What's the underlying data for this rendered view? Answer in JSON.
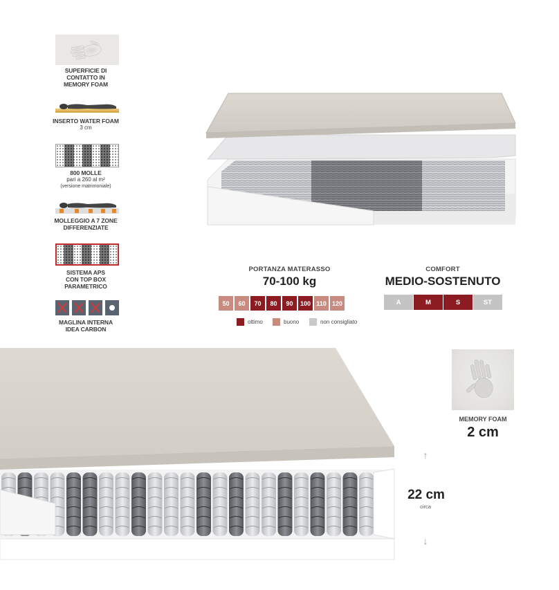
{
  "features": [
    {
      "icon": "memory-foam-hand-icon",
      "lines": [
        "SUPERFICIE DI",
        "CONTATTO IN",
        "MEMORY FOAM"
      ]
    },
    {
      "icon": "water-foam-body-icon",
      "lines": [
        "INSERTO WATER FOAM"
      ],
      "sub": "3 cm"
    },
    {
      "icon": "springs-icon",
      "lines": [
        "800 MOLLE"
      ],
      "sub": "pari a 260 al m²",
      "sub2": "(versione matrimoniale)"
    },
    {
      "icon": "seven-zones-icon",
      "lines": [
        "MOLLEGGIO A 7 ZONE",
        "DIFFERENZIATE"
      ]
    },
    {
      "icon": "aps-top-box-icon",
      "lines": [
        "SISTEMA APS",
        "CON TOP BOX",
        "PARAMETRICO"
      ]
    },
    {
      "icon": "carbon-mesh-icon",
      "lines": [
        "MAGLINA INTERNA",
        "IDEA CARBON"
      ]
    }
  ],
  "portanza": {
    "label": "PORTANZA MATERASSO",
    "value": "70-100 kg",
    "scale": [
      {
        "label": "50",
        "rating": "buono"
      },
      {
        "label": "60",
        "rating": "buono"
      },
      {
        "label": "70",
        "rating": "ottimo"
      },
      {
        "label": "80",
        "rating": "ottimo"
      },
      {
        "label": "90",
        "rating": "ottimo"
      },
      {
        "label": "100",
        "rating": "ottimo"
      },
      {
        "label": "110",
        "rating": "buono"
      },
      {
        "label": "120",
        "rating": "buono"
      }
    ],
    "legend": [
      {
        "key": "ottimo",
        "label": "ottimo"
      },
      {
        "key": "buono",
        "label": "buono"
      },
      {
        "key": "non",
        "label": "non consigliato"
      }
    ]
  },
  "comfort": {
    "label": "COMFORT",
    "value": "MEDIO-SOSTENUTO",
    "scale": [
      {
        "label": "A",
        "active": false
      },
      {
        "label": "M",
        "active": true
      },
      {
        "label": "S",
        "active": true
      },
      {
        "label": "ST",
        "active": false
      }
    ]
  },
  "memory_foam": {
    "label": "MEMORY FOAM",
    "value": "2 cm"
  },
  "height": {
    "value": "22 cm",
    "sub": "circa",
    "arrow_up": "↑",
    "arrow_down": "↓"
  },
  "colors": {
    "ottimo": "#8c1c22",
    "buono": "#c98b80",
    "non": "#c9c9c9",
    "comfort_active": "#8c1c22",
    "comfort_inactive": "#c4c4c4",
    "aps_border": "#c0282c"
  }
}
